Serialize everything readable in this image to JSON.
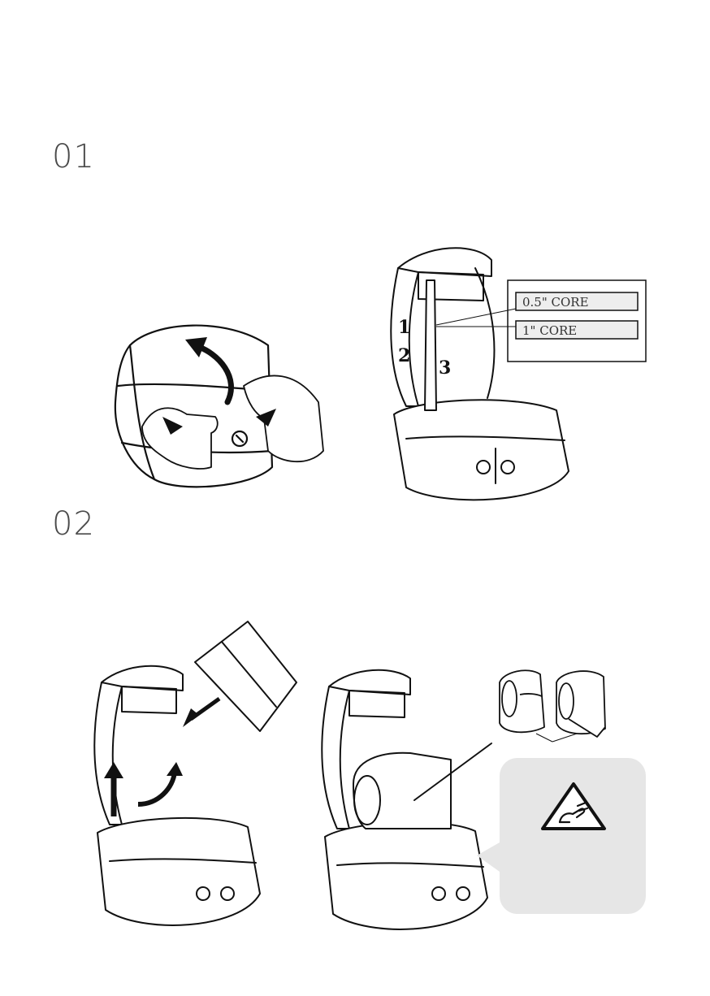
{
  "steps": [
    {
      "number": "01",
      "callouts": [
        "1",
        "2",
        "3"
      ],
      "core_labels": [
        "0.5\" CORE",
        "1\" CORE"
      ]
    },
    {
      "number": "02"
    }
  ],
  "colors": {
    "line": "#111111",
    "panel": "#e6e6e6",
    "gray": "#9a9a9a"
  },
  "icons": [
    "warning-triangle-icon",
    "hand-cut-icon"
  ]
}
